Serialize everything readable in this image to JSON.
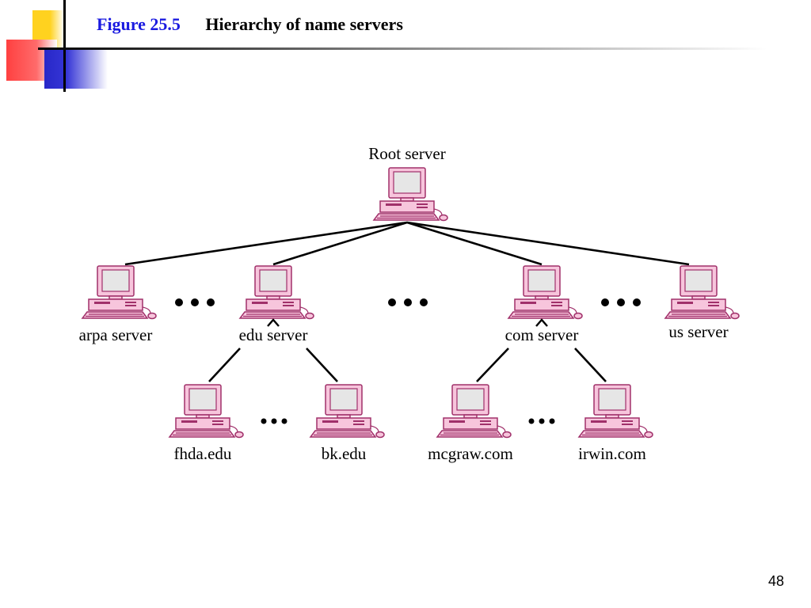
{
  "slide": {
    "figure_label": "Figure 25.5",
    "figure_caption": "Hierarchy of name servers",
    "page_number": "48"
  },
  "diagram": {
    "root": {
      "label": "Root server"
    },
    "level1": [
      {
        "id": "arpa",
        "label": "arpa server"
      },
      {
        "id": "edu",
        "label": "edu server"
      },
      {
        "id": "com",
        "label": "com server"
      },
      {
        "id": "us",
        "label": "us server"
      }
    ],
    "level2": [
      {
        "id": "fhda",
        "parent": "edu",
        "label": "fhda.edu"
      },
      {
        "id": "bk",
        "parent": "edu",
        "label": "bk.edu"
      },
      {
        "id": "mcgraw",
        "parent": "com",
        "label": "mcgraw.com"
      },
      {
        "id": "irwin",
        "parent": "com",
        "label": "irwin.com"
      }
    ],
    "colors": {
      "computer_fill": "#f7c5dc",
      "computer_stroke": "#a0306a",
      "screen": "#e6e6e6",
      "line": "#000000"
    }
  }
}
